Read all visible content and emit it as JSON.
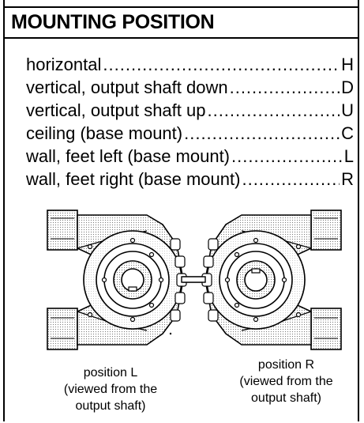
{
  "header": {
    "title": "MOUNTING POSITION"
  },
  "positions": [
    {
      "label": "horizontal",
      "code": "H"
    },
    {
      "label": "vertical, output shaft down",
      "code": "D"
    },
    {
      "label": "vertical, output shaft up",
      "code": "U"
    },
    {
      "label": "ceiling (base mount)",
      "code": "C"
    },
    {
      "label": "wall, feet left (base mount)",
      "code": "L"
    },
    {
      "label": "wall, feet right (base mount)",
      "code": "R"
    }
  ],
  "captions": {
    "left": [
      "position L",
      "(viewed from the",
      "output shaft)"
    ],
    "right": [
      "position R",
      "(viewed from the",
      "output shaft)"
    ]
  }
}
